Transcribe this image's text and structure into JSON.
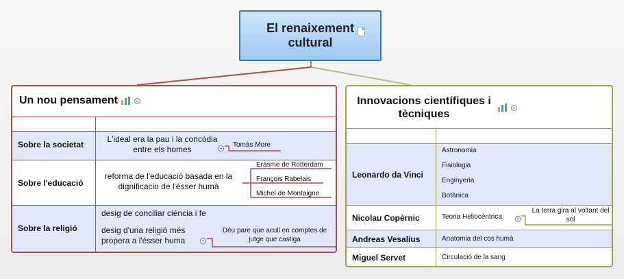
{
  "root": {
    "title": "El renaixement cultural"
  },
  "left": {
    "title": "Un nou pensament",
    "rows": [
      {
        "label": "Sobre la societat",
        "idea": "L'ideal era la pau i la concòdia entre els homes",
        "people": [
          "Tomàs More"
        ]
      },
      {
        "label": "Sobre l'educació",
        "idea": "reforma de l'educació basada en la dignificacio de l'ésser humà",
        "people": [
          "Erasme de Rotterdam",
          "François Rabelais",
          "Michel de Montaigne"
        ]
      },
      {
        "label": "Sobre la religió",
        "idea1": "desig de conciliar ciència i fe",
        "idea2": "desig d'una religió més propera a l'ésser huma",
        "note": "Déu pare que acull en comptes de jutge que castiga"
      }
    ]
  },
  "right": {
    "title": "Innovacions científiques i tècniques",
    "rows": [
      {
        "label": "Leonardo da Vinci",
        "items": [
          "Astronomia",
          "Fisiologia",
          "Enginyeria",
          "Botànica"
        ]
      },
      {
        "label": "Nicolau Copèrnic",
        "items": [
          "Teoria Heliocèntrica"
        ],
        "note": "La terra gira al voltant del sol"
      },
      {
        "label": "Andreas Vesalius",
        "items": [
          "Anatomia del cos humà"
        ]
      },
      {
        "label": "Miguel Servet",
        "items": [
          "Circulació de la sang"
        ]
      }
    ]
  },
  "colors": {
    "left_border": "#b04a4a",
    "right_border": "#a0a040",
    "root_fill": "#9ccaf3",
    "row_fill": "#e1e8fa"
  }
}
